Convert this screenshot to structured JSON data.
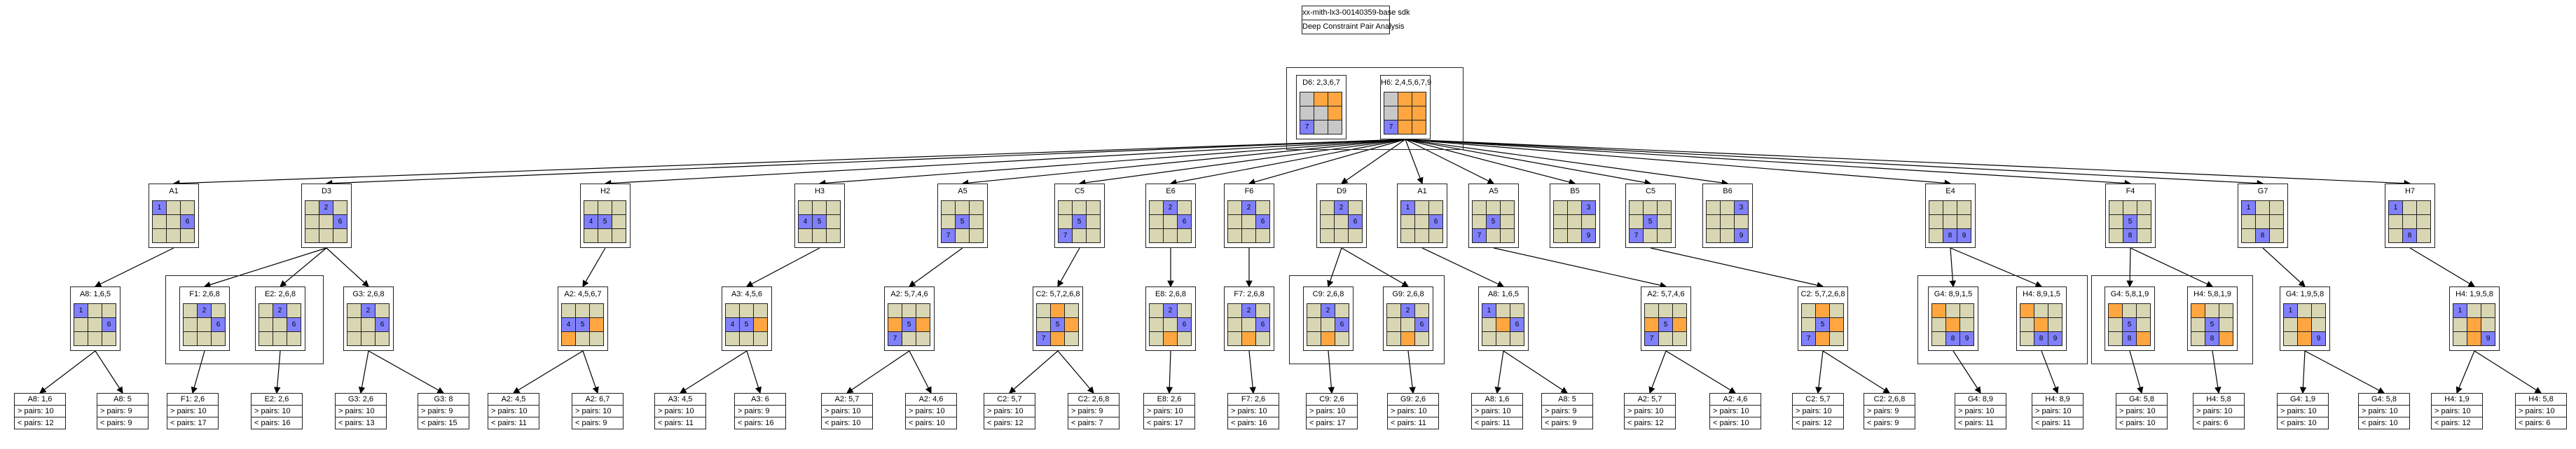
{
  "title": {
    "line1": "xx-mith-lx3-00140359-base sdk",
    "line2": "Deep Constraint Pair Analysis"
  },
  "root_nodes": [
    {
      "label": "D6: 2,3,6,7",
      "cells": [
        "G",
        "O",
        "O",
        "G",
        "G",
        "O",
        "B",
        "G",
        "G"
      ],
      "marks": [
        "",
        "",
        "",
        "",
        "",
        "",
        "7",
        "",
        ""
      ]
    },
    {
      "label": "H6: 2,4,5,6,7,9",
      "cells": [
        "G",
        "O",
        "O",
        "G",
        "O",
        "O",
        "B",
        "O",
        "O"
      ],
      "marks": [
        "",
        "",
        "",
        "",
        "",
        "",
        "7",
        "",
        ""
      ]
    }
  ],
  "level1": [
    {
      "label": "A1",
      "cells": [
        "B",
        "0",
        "0",
        "0",
        "0",
        "B",
        "0",
        "0",
        "0"
      ],
      "marks": [
        "1",
        "",
        "",
        "",
        "",
        "6",
        "",
        "",
        ""
      ]
    },
    {
      "label": "D3",
      "cells": [
        "0",
        "B",
        "0",
        "0",
        "0",
        "B",
        "0",
        "0",
        "0"
      ],
      "marks": [
        "",
        "2",
        "",
        "",
        "",
        "6",
        "",
        "",
        ""
      ]
    },
    {
      "label": "H2",
      "cells": [
        "0",
        "0",
        "0",
        "B",
        "B",
        "0",
        "0",
        "0",
        "0"
      ],
      "marks": [
        "",
        "",
        "",
        "4",
        "5",
        "",
        "",
        "",
        ""
      ]
    },
    {
      "label": "H3",
      "cells": [
        "0",
        "0",
        "0",
        "B",
        "B",
        "0",
        "0",
        "0",
        "0"
      ],
      "marks": [
        "",
        "",
        "",
        "4",
        "5",
        "",
        "",
        "",
        ""
      ]
    },
    {
      "label": "A5",
      "cells": [
        "0",
        "0",
        "0",
        "0",
        "B",
        "0",
        "B",
        "0",
        "0"
      ],
      "marks": [
        "",
        "",
        "",
        "",
        "5",
        "",
        "7",
        "",
        ""
      ]
    },
    {
      "label": "C5",
      "cells": [
        "0",
        "0",
        "0",
        "0",
        "B",
        "0",
        "B",
        "0",
        "0"
      ],
      "marks": [
        "",
        "",
        "",
        "",
        "5",
        "",
        "7",
        "",
        ""
      ]
    },
    {
      "label": "E6",
      "cells": [
        "0",
        "B",
        "0",
        "0",
        "0",
        "B",
        "0",
        "0",
        "0"
      ],
      "marks": [
        "",
        "2",
        "",
        "",
        "",
        "6",
        "",
        "",
        ""
      ]
    },
    {
      "label": "F6",
      "cells": [
        "0",
        "B",
        "0",
        "0",
        "0",
        "B",
        "0",
        "0",
        "0"
      ],
      "marks": [
        "",
        "2",
        "",
        "",
        "",
        "6",
        "",
        "",
        ""
      ]
    },
    {
      "label": "D9",
      "cells": [
        "0",
        "B",
        "0",
        "0",
        "0",
        "B",
        "0",
        "0",
        "0"
      ],
      "marks": [
        "",
        "2",
        "",
        "",
        "",
        "6",
        "",
        "",
        ""
      ]
    },
    {
      "label": "A1",
      "cells": [
        "B",
        "0",
        "0",
        "0",
        "0",
        "B",
        "0",
        "0",
        "0"
      ],
      "marks": [
        "1",
        "",
        "",
        "",
        "",
        "6",
        "",
        "",
        ""
      ]
    },
    {
      "label": "A5",
      "cells": [
        "0",
        "0",
        "0",
        "0",
        "B",
        "0",
        "B",
        "0",
        "0"
      ],
      "marks": [
        "",
        "",
        "",
        "",
        "5",
        "",
        "7",
        "",
        ""
      ]
    },
    {
      "label": "B5",
      "cells": [
        "0",
        "0",
        "B",
        "0",
        "0",
        "0",
        "0",
        "0",
        "B"
      ],
      "marks": [
        "",
        "",
        "3",
        "",
        "",
        "",
        "",
        "",
        "9"
      ]
    },
    {
      "label": "C5",
      "cells": [
        "0",
        "0",
        "0",
        "0",
        "B",
        "0",
        "B",
        "0",
        "0"
      ],
      "marks": [
        "",
        "",
        "",
        "",
        "5",
        "",
        "7",
        "",
        ""
      ]
    },
    {
      "label": "B6",
      "cells": [
        "0",
        "0",
        "B",
        "0",
        "0",
        "0",
        "0",
        "0",
        "B"
      ],
      "marks": [
        "",
        "",
        "3",
        "",
        "",
        "",
        "",
        "",
        "9"
      ]
    },
    {
      "label": "E4",
      "cells": [
        "0",
        "0",
        "0",
        "0",
        "0",
        "0",
        "0",
        "B",
        "B"
      ],
      "marks": [
        "",
        "",
        "",
        "",
        "",
        "",
        "",
        "8",
        "9"
      ]
    },
    {
      "label": "F4",
      "cells": [
        "0",
        "0",
        "0",
        "0",
        "B",
        "0",
        "0",
        "B",
        "0"
      ],
      "marks": [
        "",
        "",
        "",
        "",
        "5",
        "",
        "",
        "8",
        ""
      ]
    },
    {
      "label": "G7",
      "cells": [
        "B",
        "0",
        "0",
        "0",
        "0",
        "0",
        "0",
        "B",
        "0"
      ],
      "marks": [
        "1",
        "",
        "",
        "",
        "",
        "",
        "",
        "8",
        ""
      ]
    },
    {
      "label": "H7",
      "cells": [
        "B",
        "0",
        "0",
        "0",
        "0",
        "0",
        "0",
        "B",
        "0"
      ],
      "marks": [
        "1",
        "",
        "",
        "",
        "",
        "",
        "",
        "8",
        ""
      ]
    }
  ],
  "level2": [
    {
      "label": "A8: 1,6,5",
      "cells": [
        "B",
        "0",
        "0",
        "0",
        "0",
        "B",
        "0",
        "0",
        "0"
      ],
      "marks": [
        "1",
        "",
        "",
        "",
        "",
        "6",
        "",
        "",
        ""
      ]
    },
    {
      "label": "F1: 2,6,8",
      "cells": [
        "0",
        "B",
        "0",
        "0",
        "0",
        "B",
        "0",
        "0",
        "0"
      ],
      "marks": [
        "",
        "2",
        "",
        "",
        "",
        "6",
        "",
        "",
        ""
      ]
    },
    {
      "label": "E2: 2,6,8",
      "cells": [
        "0",
        "B",
        "0",
        "0",
        "0",
        "B",
        "0",
        "0",
        "0"
      ],
      "marks": [
        "",
        "2",
        "",
        "",
        "",
        "6",
        "",
        "",
        ""
      ]
    },
    {
      "label": "G3: 2,6,8",
      "cells": [
        "0",
        "B",
        "0",
        "0",
        "0",
        "B",
        "0",
        "0",
        "0"
      ],
      "marks": [
        "",
        "2",
        "",
        "",
        "",
        "6",
        "",
        "",
        ""
      ]
    },
    {
      "label": "A2: 4,5,6,7",
      "cells": [
        "0",
        "0",
        "0",
        "B",
        "B",
        "O",
        "O",
        "0",
        "0"
      ],
      "marks": [
        "",
        "",
        "",
        "4",
        "5",
        "",
        "",
        "",
        ""
      ]
    },
    {
      "label": "A3: 4,5,6",
      "cells": [
        "0",
        "0",
        "0",
        "B",
        "B",
        "O",
        "0",
        "0",
        "0"
      ],
      "marks": [
        "",
        "",
        "",
        "4",
        "5",
        "",
        "",
        "",
        ""
      ]
    },
    {
      "label": "A2: 5,7,4,6",
      "cells": [
        "0",
        "0",
        "0",
        "O",
        "B",
        "O",
        "B",
        "0",
        "0"
      ],
      "marks": [
        "",
        "",
        "",
        "",
        "5",
        "",
        "7",
        "",
        ""
      ]
    },
    {
      "label": "C2: 5,7,2,6,8",
      "cells": [
        "0",
        "O",
        "0",
        "0",
        "B",
        "O",
        "B",
        "O",
        "0"
      ],
      "marks": [
        "",
        "",
        "",
        "",
        "5",
        "",
        "7",
        "",
        ""
      ]
    },
    {
      "label": "E8: 2,6,8",
      "cells": [
        "0",
        "B",
        "0",
        "0",
        "0",
        "B",
        "0",
        "O",
        "0"
      ],
      "marks": [
        "",
        "2",
        "",
        "",
        "",
        "6",
        "",
        "",
        ""
      ]
    },
    {
      "label": "F7: 2,6,8",
      "cells": [
        "0",
        "B",
        "0",
        "0",
        "0",
        "B",
        "0",
        "O",
        "0"
      ],
      "marks": [
        "",
        "2",
        "",
        "",
        "",
        "6",
        "",
        "",
        ""
      ]
    },
    {
      "label": "C9: 2,6,8",
      "cells": [
        "0",
        "B",
        "0",
        "0",
        "0",
        "B",
        "0",
        "O",
        "0"
      ],
      "marks": [
        "",
        "2",
        "",
        "",
        "",
        "6",
        "",
        "",
        ""
      ]
    },
    {
      "label": "G9: 2,6,8",
      "cells": [
        "0",
        "B",
        "0",
        "0",
        "0",
        "B",
        "0",
        "O",
        "0"
      ],
      "marks": [
        "",
        "2",
        "",
        "",
        "",
        "6",
        "",
        "",
        ""
      ]
    },
    {
      "label": "A8: 1,6,5",
      "cells": [
        "B",
        "0",
        "0",
        "0",
        "O",
        "B",
        "0",
        "0",
        "0"
      ],
      "marks": [
        "1",
        "",
        "",
        "",
        "",
        "6",
        "",
        "",
        ""
      ]
    },
    {
      "label": "A2: 5,7,4,6",
      "cells": [
        "0",
        "0",
        "0",
        "O",
        "B",
        "O",
        "B",
        "0",
        "0"
      ],
      "marks": [
        "",
        "",
        "",
        "",
        "5",
        "",
        "7",
        "",
        ""
      ]
    },
    {
      "label": "C2: 5,7,2,6,8",
      "cells": [
        "0",
        "O",
        "0",
        "0",
        "B",
        "O",
        "B",
        "O",
        "0"
      ],
      "marks": [
        "",
        "",
        "",
        "",
        "5",
        "",
        "7",
        "",
        ""
      ]
    },
    {
      "label": "G4: 8,9,1,5",
      "cells": [
        "O",
        "0",
        "0",
        "0",
        "O",
        "0",
        "0",
        "B",
        "B"
      ],
      "marks": [
        "",
        "",
        "",
        "",
        "",
        "",
        "",
        "8",
        "9"
      ]
    },
    {
      "label": "H4: 8,9,1,5",
      "cells": [
        "O",
        "0",
        "0",
        "0",
        "O",
        "0",
        "0",
        "B",
        "B"
      ],
      "marks": [
        "",
        "",
        "",
        "",
        "",
        "",
        "",
        "8",
        "9"
      ]
    },
    {
      "label": "G4: 5,8,1,9",
      "cells": [
        "O",
        "0",
        "0",
        "0",
        "B",
        "0",
        "0",
        "B",
        "O"
      ],
      "marks": [
        "",
        "",
        "",
        "",
        "5",
        "",
        "",
        "8",
        ""
      ]
    },
    {
      "label": "H4: 5,8,1,9",
      "cells": [
        "O",
        "0",
        "0",
        "0",
        "B",
        "0",
        "0",
        "B",
        "O"
      ],
      "marks": [
        "",
        "",
        "",
        "",
        "5",
        "",
        "",
        "8",
        ""
      ]
    },
    {
      "label": "G4: 1,9,5,8",
      "cells": [
        "B",
        "0",
        "0",
        "0",
        "O",
        "0",
        "0",
        "O",
        "B"
      ],
      "marks": [
        "1",
        "",
        "",
        "",
        "",
        "",
        "",
        "",
        "9"
      ]
    },
    {
      "label": "H4: 1,9,5,8",
      "cells": [
        "B",
        "0",
        "0",
        "0",
        "O",
        "0",
        "0",
        "O",
        "B"
      ],
      "marks": [
        "1",
        "",
        "",
        "",
        "",
        "",
        "",
        "",
        "9"
      ]
    }
  ],
  "leaves": [
    {
      "label": "A8: 1,6",
      "gt": "> pairs: 10",
      "lt": "< pairs: 12"
    },
    {
      "label": "A8: 5",
      "gt": "> pairs: 9",
      "lt": "< pairs: 9"
    },
    {
      "label": "F1: 2,6",
      "gt": "> pairs: 10",
      "lt": "< pairs: 17"
    },
    {
      "label": "E2: 2,6",
      "gt": "> pairs: 10",
      "lt": "< pairs: 16"
    },
    {
      "label": "G3: 2,6",
      "gt": "> pairs: 10",
      "lt": "< pairs: 13"
    },
    {
      "label": "G3: 8",
      "gt": "> pairs: 9",
      "lt": "< pairs: 15"
    },
    {
      "label": "A2: 4,5",
      "gt": "> pairs: 10",
      "lt": "< pairs: 11"
    },
    {
      "label": "A2: 6,7",
      "gt": "> pairs: 10",
      "lt": "< pairs: 9"
    },
    {
      "label": "A3: 4,5",
      "gt": "> pairs: 10",
      "lt": "< pairs: 11"
    },
    {
      "label": "A3: 6",
      "gt": "> pairs: 9",
      "lt": "< pairs: 16"
    },
    {
      "label": "A2: 5,7",
      "gt": "> pairs: 10",
      "lt": "< pairs: 10"
    },
    {
      "label": "A2: 4,6",
      "gt": "> pairs: 10",
      "lt": "< pairs: 10"
    },
    {
      "label": "C2: 5,7",
      "gt": "> pairs: 10",
      "lt": "< pairs: 12"
    },
    {
      "label": "C2: 2,6,8",
      "gt": "> pairs: 9",
      "lt": "< pairs: 7"
    },
    {
      "label": "E8: 2,6",
      "gt": "> pairs: 10",
      "lt": "< pairs: 17"
    },
    {
      "label": "F7: 2,6",
      "gt": "> pairs: 10",
      "lt": "< pairs: 16"
    },
    {
      "label": "C9: 2,6",
      "gt": "> pairs: 10",
      "lt": "< pairs: 17"
    },
    {
      "label": "G9: 2,6",
      "gt": "> pairs: 10",
      "lt": "< pairs: 11"
    },
    {
      "label": "A8: 1,6",
      "gt": "> pairs: 10",
      "lt": "< pairs: 11"
    },
    {
      "label": "A8: 5",
      "gt": "> pairs: 9",
      "lt": "< pairs: 9"
    },
    {
      "label": "A2: 5,7",
      "gt": "> pairs: 10",
      "lt": "< pairs: 12"
    },
    {
      "label": "A2: 4,6",
      "gt": "> pairs: 10",
      "lt": "< pairs: 10"
    },
    {
      "label": "C2: 5,7",
      "gt": "> pairs: 10",
      "lt": "< pairs: 12"
    },
    {
      "label": "C2: 2,6,8",
      "gt": "> pairs: 9",
      "lt": "< pairs: 9"
    },
    {
      "label": "G4: 8,9",
      "gt": "> pairs: 10",
      "lt": "< pairs: 11"
    },
    {
      "label": "H4: 8,9",
      "gt": "> pairs: 10",
      "lt": "< pairs: 11"
    },
    {
      "label": "G4: 5,8",
      "gt": "> pairs: 10",
      "lt": "< pairs: 10"
    },
    {
      "label": "H4: 5,8",
      "gt": "> pairs: 10",
      "lt": "< pairs: 6"
    },
    {
      "label": "G4: 1,9",
      "gt": "> pairs: 10",
      "lt": "< pairs: 10"
    },
    {
      "label": "G4: 5,8",
      "gt": "> pairs: 10",
      "lt": "< pairs: 10"
    },
    {
      "label": "H4: 1,9",
      "gt": "> pairs: 10",
      "lt": "< pairs: 12"
    },
    {
      "label": "H4: 5,8",
      "gt": "> pairs: 10",
      "lt": "< pairs: 6"
    }
  ]
}
